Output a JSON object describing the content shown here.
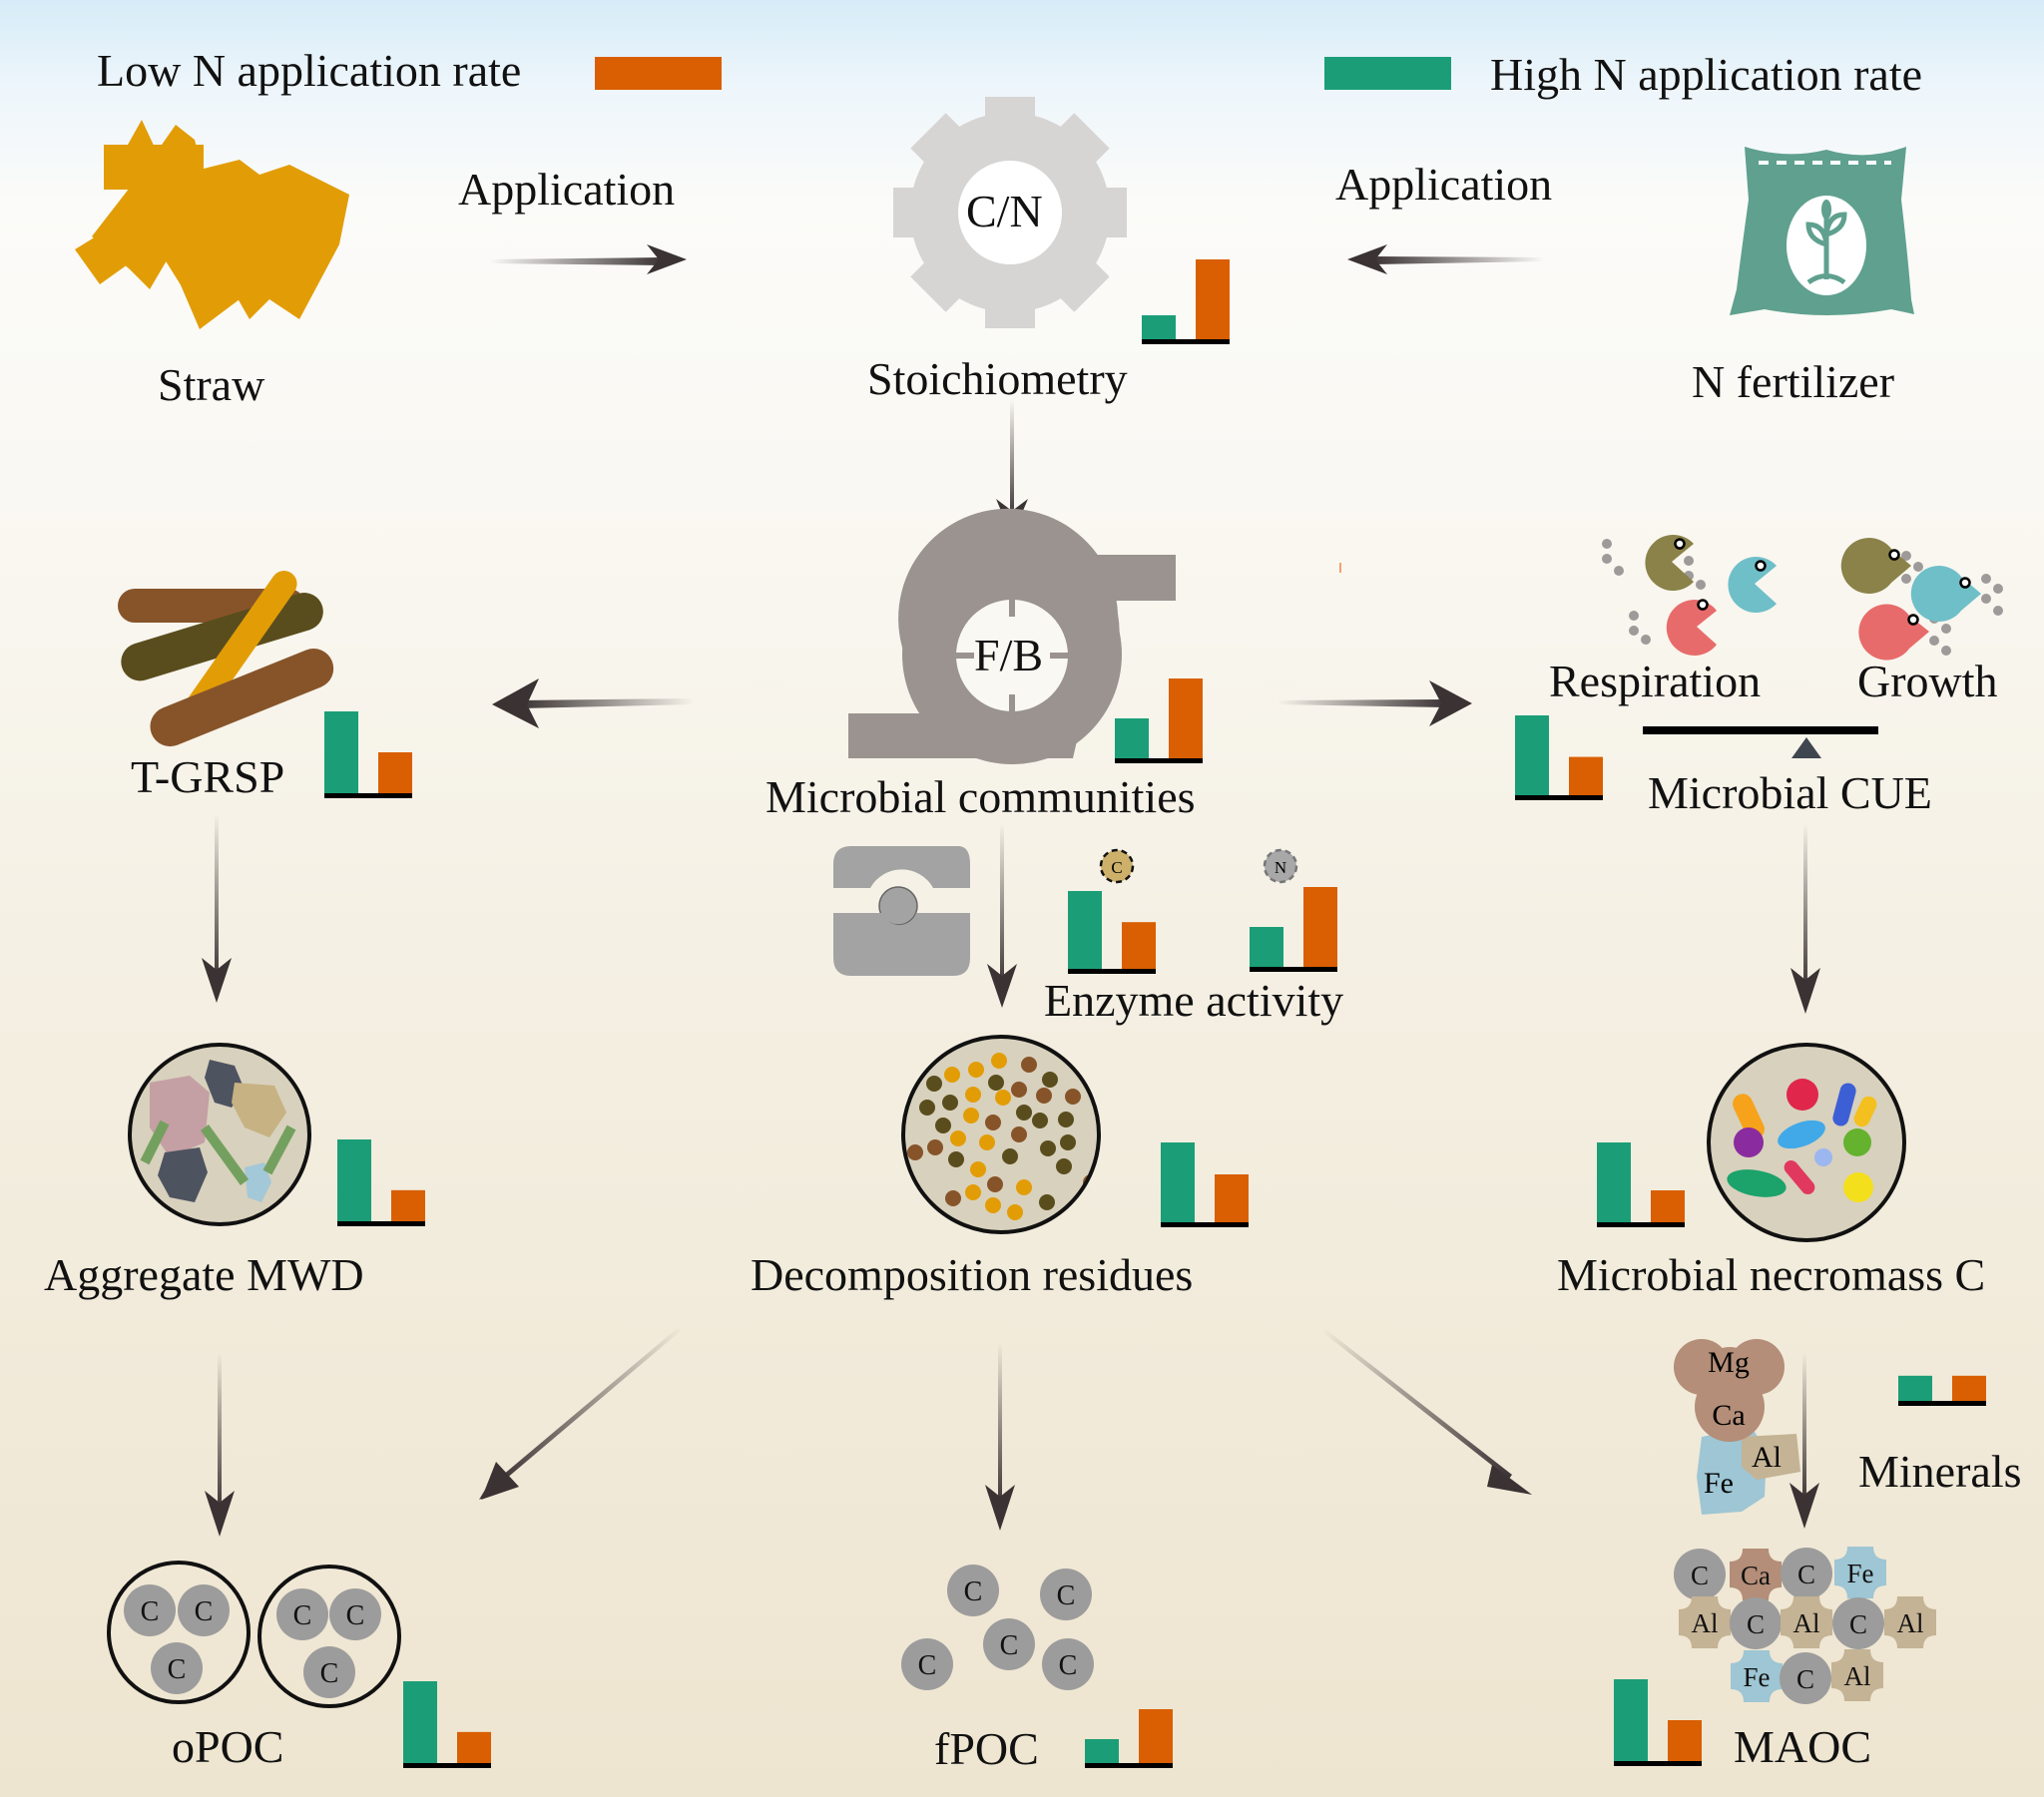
{
  "legend": {
    "low": {
      "label": "Low N application rate",
      "color": "#d95f02"
    },
    "high": {
      "label": "High N application rate",
      "color": "#1b9e77"
    }
  },
  "colors": {
    "low": "#d95f02",
    "high": "#1b9e77",
    "axis": "#000000",
    "arrow": "#3a3233"
  },
  "nodes": {
    "straw": {
      "label": "Straw",
      "icon": "straw-icon"
    },
    "stoichiometry": {
      "label": "Stoichiometry",
      "icon_text": "C/N",
      "icon": "gear-icon"
    },
    "n_fertilizer": {
      "label": "N fertilizer",
      "icon": "fertilizer-bag-icon"
    },
    "application_left": {
      "label": "Application"
    },
    "application_right": {
      "label": "Application"
    },
    "microbial_communities": {
      "label": "Microbial communities",
      "icon_text": "F/B",
      "icon": "pump-icon"
    },
    "t_grsp": {
      "label": "T-GRSP",
      "icon": "glomalin-icon"
    },
    "microbial_cue": {
      "label": "Microbial CUE",
      "respiration": "Respiration",
      "growth": "Growth",
      "icon": "seesaw-icon"
    },
    "enzyme_activity": {
      "label": "Enzyme activity",
      "c_badge": "C",
      "n_badge": "N",
      "icon": "enzyme-icon"
    },
    "aggregate_mwd": {
      "label": "Aggregate MWD",
      "icon": "aggregate-icon"
    },
    "decomposition_residues": {
      "label": "Decomposition residues",
      "icon": "residues-icon"
    },
    "microbial_necromass": {
      "label": "Microbial necromass C",
      "icon": "microbes-icon"
    },
    "minerals": {
      "label": "Minerals",
      "elements": [
        "Mg",
        "Ca",
        "Al",
        "Fe"
      ]
    },
    "opoc": {
      "label": "oPOC",
      "particle": "C"
    },
    "fpoc": {
      "label": "fPOC",
      "particle": "C"
    },
    "maoc": {
      "label": "MAOC",
      "grid": [
        "C",
        "Ca",
        "C",
        "Fe",
        "Al",
        "C",
        "Al",
        "C",
        "Al",
        "Fe",
        "C",
        "Al"
      ]
    }
  },
  "chart_data": [
    {
      "type": "bar",
      "title": "Stoichiometry (C/N)",
      "categories": [
        "High N",
        "Low N"
      ],
      "values": [
        0.3,
        1.0
      ],
      "ylim": [
        0,
        1
      ]
    },
    {
      "type": "bar",
      "title": "Microbial communities (F/B)",
      "categories": [
        "High N",
        "Low N"
      ],
      "values": [
        0.5,
        1.0
      ],
      "ylim": [
        0,
        1
      ]
    },
    {
      "type": "bar",
      "title": "T-GRSP",
      "categories": [
        "High N",
        "Low N"
      ],
      "values": [
        1.0,
        0.5
      ],
      "ylim": [
        0,
        1
      ]
    },
    {
      "type": "bar",
      "title": "Microbial CUE",
      "categories": [
        "High N",
        "Low N"
      ],
      "values": [
        1.0,
        0.48
      ],
      "ylim": [
        0,
        1
      ]
    },
    {
      "type": "bar",
      "title": "Enzyme activity (C)",
      "categories": [
        "High N",
        "Low N"
      ],
      "values": [
        1.0,
        0.6
      ],
      "ylim": [
        0,
        1
      ]
    },
    {
      "type": "bar",
      "title": "Enzyme activity (N)",
      "categories": [
        "High N",
        "Low N"
      ],
      "values": [
        0.5,
        1.0
      ],
      "ylim": [
        0,
        1
      ]
    },
    {
      "type": "bar",
      "title": "Aggregate MWD",
      "categories": [
        "High N",
        "Low N"
      ],
      "values": [
        1.0,
        0.38
      ],
      "ylim": [
        0,
        1
      ]
    },
    {
      "type": "bar",
      "title": "Decomposition residues",
      "categories": [
        "High N",
        "Low N"
      ],
      "values": [
        1.0,
        0.6
      ],
      "ylim": [
        0,
        1
      ]
    },
    {
      "type": "bar",
      "title": "Microbial necromass C",
      "categories": [
        "High N",
        "Low N"
      ],
      "values": [
        1.0,
        0.4
      ],
      "ylim": [
        0,
        1
      ]
    },
    {
      "type": "bar",
      "title": "Minerals",
      "categories": [
        "High N",
        "Low N"
      ],
      "values": [
        0.3,
        0.3
      ],
      "ylim": [
        0,
        1
      ]
    },
    {
      "type": "bar",
      "title": "oPOC",
      "categories": [
        "High N",
        "Low N"
      ],
      "values": [
        1.0,
        0.38
      ],
      "ylim": [
        0,
        1
      ]
    },
    {
      "type": "bar",
      "title": "fPOC",
      "categories": [
        "High N",
        "Low N"
      ],
      "values": [
        0.4,
        0.9
      ],
      "ylim": [
        0,
        1
      ]
    },
    {
      "type": "bar",
      "title": "MAOC",
      "categories": [
        "High N",
        "Low N"
      ],
      "values": [
        1.0,
        0.5
      ],
      "ylim": [
        0,
        1
      ]
    }
  ]
}
